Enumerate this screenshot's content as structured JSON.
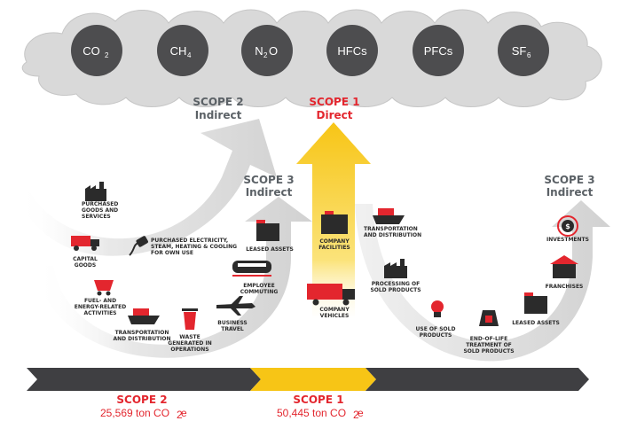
{
  "gases": [
    {
      "main": "CO",
      "sub": "2"
    },
    {
      "main": "CH",
      "sub": "4"
    },
    {
      "main": "N",
      "sub": "2",
      "tail": "O"
    },
    {
      "main": "HFCs"
    },
    {
      "main": "PFCs"
    },
    {
      "main": "SF",
      "sub": "6"
    }
  ],
  "scopes": {
    "scope2": {
      "title": "SCOPE 2",
      "kind": "Indirect"
    },
    "scope1": {
      "title": "SCOPE 1",
      "kind": "Direct"
    },
    "scope3_left": {
      "title": "SCOPE 3",
      "kind": "Indirect"
    },
    "scope3_right": {
      "title": "SCOPE 3",
      "kind": "Indirect"
    }
  },
  "activities": {
    "purchased_goods": [
      "PURCHASED",
      "GOODS AND",
      "SERVICES"
    ],
    "capital_goods": [
      "CAPITAL",
      "GOODS"
    ],
    "purchased_electricity": [
      "PURCHASED ELECTRICITY,",
      "STEAM, HEATING & COOLING",
      "FOR OWN USE"
    ],
    "fuel_energy": [
      "FUEL- AND",
      "ENERGY-RELATED",
      "ACTIVITIES"
    ],
    "transport_up": [
      "TRANSPORTATION",
      "AND DISTRIBUTION"
    ],
    "waste": [
      "WASTE",
      "GENERATED IN",
      "OPERATIONS"
    ],
    "business_travel": [
      "BUSINESS",
      "TRAVEL"
    ],
    "employee_commuting": [
      "EMPLOYEE",
      "COMMUTING"
    ],
    "leased_assets_up": [
      "LEASED ASSETS"
    ],
    "company_facilities": [
      "COMPANY",
      "FACILITIES"
    ],
    "company_vehicles": [
      "COMPANY",
      "VEHICLES"
    ],
    "transport_down": [
      "TRANSPORTATION",
      "AND DISTRIBUTION"
    ],
    "processing": [
      "PROCESSING OF",
      "SOLD PRODUCTS"
    ],
    "use_sold": [
      "USE OF SOLD",
      "PRODUCTS"
    ],
    "end_of_life": [
      "END-OF-LIFE",
      "TREATMENT OF",
      "SOLD PRODUCTS"
    ],
    "leased_assets_down": [
      "LEASED ASSETS"
    ],
    "franchises": [
      "FRANCHISES"
    ],
    "investments": [
      "INVESTMENTS"
    ]
  },
  "totals": {
    "scope2": {
      "title": "SCOPE 2",
      "value": "25,569 ton CO",
      "sub": "2",
      "tail": "e"
    },
    "scope1": {
      "title": "SCOPE 1",
      "value": "50,445 ton CO",
      "sub": "2",
      "tail": "e"
    }
  },
  "colors": {
    "cloud": "#d9d9d9",
    "cloud_edge": "#bdbdbd",
    "gas_circle": "#4d4d4f",
    "arrow_grey": "#cfcfcf",
    "scope_red": "#e3262e",
    "scope_grey": "#5b6166",
    "arrow_yellow": "#f7c516",
    "bar_dark": "#3f3f42"
  },
  "icons": {
    "factory": "factory-icon",
    "truck": "truck-icon",
    "plug": "plug-icon",
    "fuel": "fuel-cart-icon",
    "ship": "ship-icon",
    "trash": "trash-bin-icon",
    "plane": "airplane-icon",
    "train": "train-icon",
    "building": "building-icon",
    "bulb": "light-bulb-icon",
    "waste_bag": "waste-bag-icon",
    "house": "house-icon",
    "investment": "dollar-refresh-icon"
  }
}
